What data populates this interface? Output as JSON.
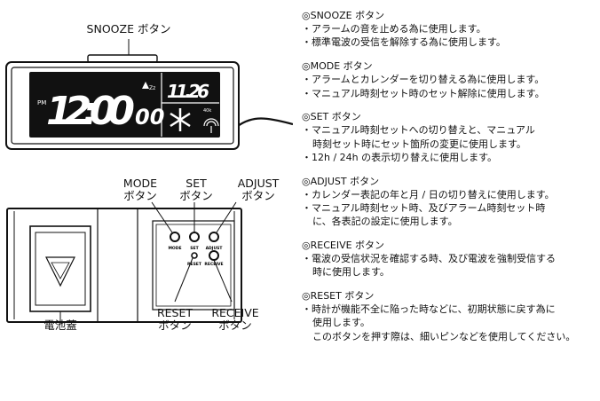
{
  "diagram": {
    "clock_time": "12:00",
    "clock_seconds": "00",
    "clock_pm": "PM",
    "clock_zz": "Zz",
    "clock_date": "11.26",
    "clock_signal": "40k",
    "labels": {
      "snooze": "SNOOZE ボタン",
      "mode": [
        "MODE",
        "ボタン"
      ],
      "set": [
        "SET",
        "ボタン"
      ],
      "adjust": [
        "ADJUST",
        "ボタン"
      ],
      "reset": [
        "RESET",
        "ボタン"
      ],
      "receive": [
        "RECEIVE",
        "ボタン"
      ],
      "battery": "電池蓋"
    },
    "panel": {
      "mode": "MODE",
      "set": "SET",
      "adjust": "ADJUST",
      "reset": "RESET",
      "receive": "RECEIVE"
    }
  },
  "descriptions": [
    {
      "heading": "◎SNOOZE ボタン",
      "lines": [
        {
          "text": "・アラームの音を止める為に使用します。",
          "indent": false
        },
        {
          "text": "・標準電波の受信を解除する為に使用します。",
          "indent": false
        }
      ]
    },
    {
      "heading": "◎MODE ボタン",
      "lines": [
        {
          "text": "・アラームとカレンダーを切り替える為に使用します。",
          "indent": false
        },
        {
          "text": "・マニュアル時刻セット時のセット解除に使用します。",
          "indent": false
        }
      ]
    },
    {
      "heading": "◎SET ボタン",
      "lines": [
        {
          "text": "・マニュアル時刻セットへの切り替えと、マニュアル",
          "indent": false
        },
        {
          "text": "時刻セット時にセット箇所の変更に使用します。",
          "indent": true
        },
        {
          "text": "・12h / 24h の表示切り替えに使用します。",
          "indent": false
        }
      ]
    },
    {
      "heading": "◎ADJUST ボタン",
      "lines": [
        {
          "text": "・カレンダー表記の年と月 / 日の切り替えに使用します。",
          "indent": false
        },
        {
          "text": "・マニュアル時刻セット時、及びアラーム時刻セット時",
          "indent": false
        },
        {
          "text": "に、各表記の設定に使用します。",
          "indent": true
        }
      ]
    },
    {
      "heading": "◎RECEIVE ボタン",
      "lines": [
        {
          "text": "・電波の受信状況を確認する時、及び電波を強制受信する",
          "indent": false
        },
        {
          "text": "時に使用します。",
          "indent": true
        }
      ]
    },
    {
      "heading": "◎RESET ボタン",
      "lines": [
        {
          "text": "・時計が機能不全に陥った時などに、初期状態に戻す為に",
          "indent": false
        },
        {
          "text": "使用します。",
          "indent": true
        },
        {
          "text": "このボタンを押す際は、細いピンなどを使用してください。",
          "indent": true
        }
      ]
    }
  ]
}
